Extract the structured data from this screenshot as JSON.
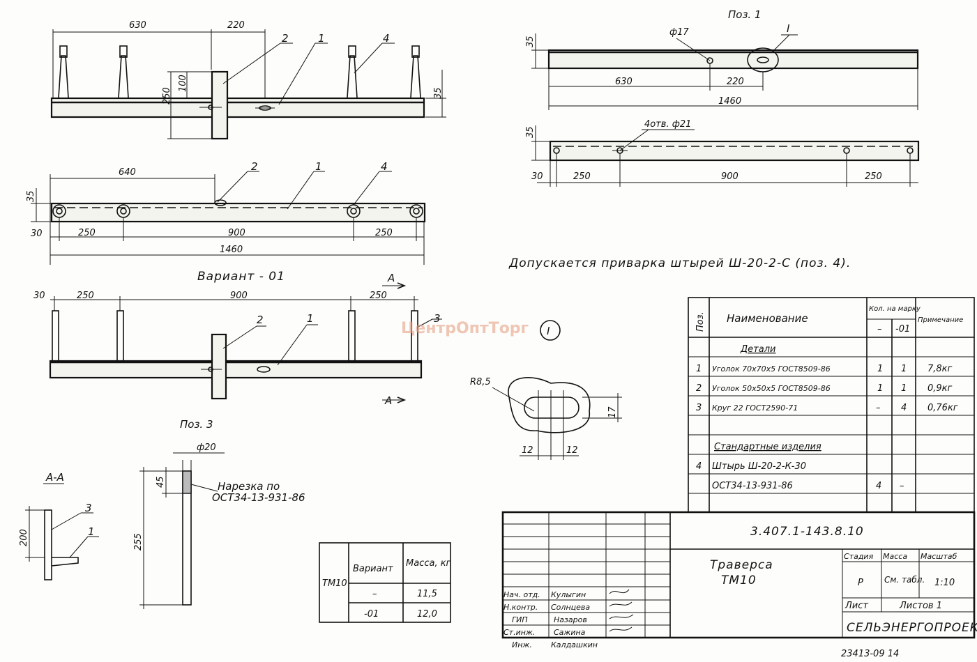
{
  "view1": {
    "dim_630": "630",
    "dim_220": "220",
    "dim_250": "250",
    "dim_100": "100",
    "dim_35": "35",
    "callout_2": "2",
    "callout_1": "1",
    "callout_4": "4"
  },
  "view2": {
    "dim_640": "640",
    "dim_35": "35",
    "dim_30": "30",
    "dim_250a": "250",
    "dim_900": "900",
    "dim_250b": "250",
    "dim_1460": "1460",
    "callout_2": "2",
    "callout_1": "1",
    "callout_4": "4"
  },
  "variant": {
    "title": "Вариант - 01",
    "dim_30": "30",
    "dim_250a": "250",
    "dim_900": "900",
    "dim_250b": "250",
    "callout_2": "2",
    "callout_1": "1",
    "callout_3": "3",
    "section_mark": "А"
  },
  "pos1": {
    "title": "Поз. 1",
    "dim_35": "35",
    "dim_d17": "ф17",
    "mark_I": "I",
    "dim_630": "630",
    "dim_220": "220",
    "dim_1460": "1460",
    "dim_35b": "35",
    "holes": "4отв. ф21",
    "dim_30": "30",
    "dim_250a": "250",
    "dim_900": "900",
    "dim_250b": "250"
  },
  "note": "Допускается приварка штырей Ш-20-2-С (поз. 4).",
  "detail": {
    "mark": "I",
    "radius": "R8,5",
    "dim_17": "17",
    "dim_12a": "12",
    "dim_12b": "12"
  },
  "watermark": "ЦентрОптТорг",
  "pos3": {
    "title": "Поз. 3",
    "dim_d20": "ф20",
    "dim_45": "45",
    "dim_255": "255",
    "thread_label": "Нарезка по",
    "thread_std": "ОСТ34-13-931-86"
  },
  "section_aa": {
    "title": "А-А",
    "dim_200": "200",
    "callout_3": "3",
    "callout_1": "1"
  },
  "mass_table": {
    "group": "ТМ10",
    "headers": [
      "Вариант",
      "Масса, кг"
    ],
    "rows": [
      [
        "–",
        "11,5"
      ],
      [
        "-01",
        "12,0"
      ]
    ]
  },
  "spec": {
    "headers": {
      "pos": "Поз.",
      "name": "Наименование",
      "qty": "Кол. на марку",
      "note": "Примечание",
      "qty_a": "–",
      "qty_b": "-01"
    },
    "section_details": "Детали",
    "section_standard": "Стандартные изделия",
    "rows": [
      {
        "pos": "1",
        "name": "Уголок 70х70х5 ГОСТ8509-86",
        "a": "1",
        "b": "1",
        "note": "7,8кг"
      },
      {
        "pos": "2",
        "name": "Уголок 50х50х5 ГОСТ8509-86",
        "a": "1",
        "b": "1",
        "note": "0,9кг"
      },
      {
        "pos": "3",
        "name": "Круг 22 ГОСТ2590-71",
        "a": "–",
        "b": "4",
        "note": "0,76кг"
      }
    ],
    "std_rows": [
      {
        "pos": "4",
        "name": "Штырь Ш-20-2-К-30",
        "a": "",
        "b": "",
        "note": ""
      },
      {
        "pos": "",
        "name": "ОСТ34-13-931-86",
        "a": "4",
        "b": "–",
        "note": ""
      }
    ]
  },
  "title_block": {
    "code": "3.407.1-143.8.10",
    "name1": "Траверса",
    "name2": "ТМ10",
    "stage_h": "Стадия",
    "mass_h": "Масса",
    "scale_h": "Масштаб",
    "stage": "Р",
    "mass": "См. табл.",
    "scale": "1:10",
    "sheet": "Лист",
    "sheets": "Листов 1",
    "org": "СЕЛЬЭНЕРГОПРОЕКТ",
    "roles": [
      "Нач. отд.",
      "Н.контр.",
      "ГИП",
      "Ст.инж.",
      "Инж."
    ],
    "people": [
      "Кулыгин",
      "Солнцева",
      "Назаров",
      "Сажина",
      "Калдашкин"
    ],
    "footer": "23413-09   14"
  }
}
